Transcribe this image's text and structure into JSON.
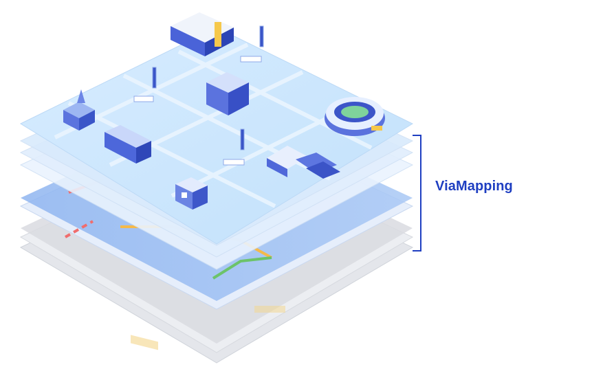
{
  "brand": {
    "label": "ViaMapping",
    "color": "#1e3ec1"
  },
  "illustration": {
    "layers": [
      "base-layer",
      "road-layer",
      "city-layer"
    ],
    "buildings": [
      "church",
      "office-block",
      "apartment",
      "hospital",
      "stadium",
      "airport-terminal",
      "shopping-mall"
    ]
  }
}
